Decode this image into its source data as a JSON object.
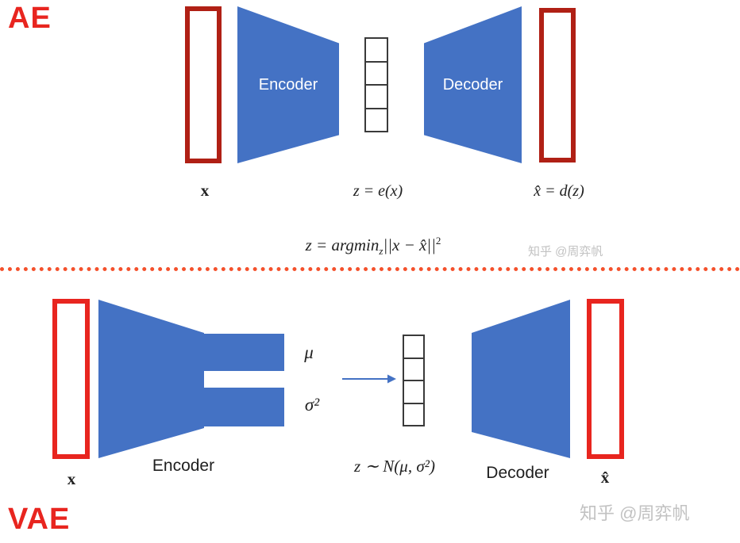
{
  "colors": {
    "shape_blue": "#4472C4",
    "box_red_ae": "#B02015",
    "box_red_vae": "#E8251F",
    "separator_orange": "#F4512C",
    "watermark_gray": "#C2C2C2",
    "label_black": "#1F1F1F"
  },
  "ae": {
    "section_label": "AE",
    "encoder_label": "Encoder",
    "decoder_label": "Decoder",
    "input_label": "x",
    "latent_label": "z = e(x)",
    "output_label": "x̂ = d(z)",
    "formula": {
      "pre": "z = argmin",
      "sub": "z",
      "mid": "||x − x̂||",
      "sup": "2"
    },
    "watermark": "知乎 @周弈帆"
  },
  "vae": {
    "section_label": "VAE",
    "encoder_label": "Encoder",
    "decoder_label": "Decoder",
    "input_label": "x",
    "mu_label": "μ",
    "sigma_label": "σ²",
    "latent_label": "z ∼ N(μ, σ²)",
    "output_label": "x̂",
    "watermark": "知乎 @周弈帆"
  }
}
